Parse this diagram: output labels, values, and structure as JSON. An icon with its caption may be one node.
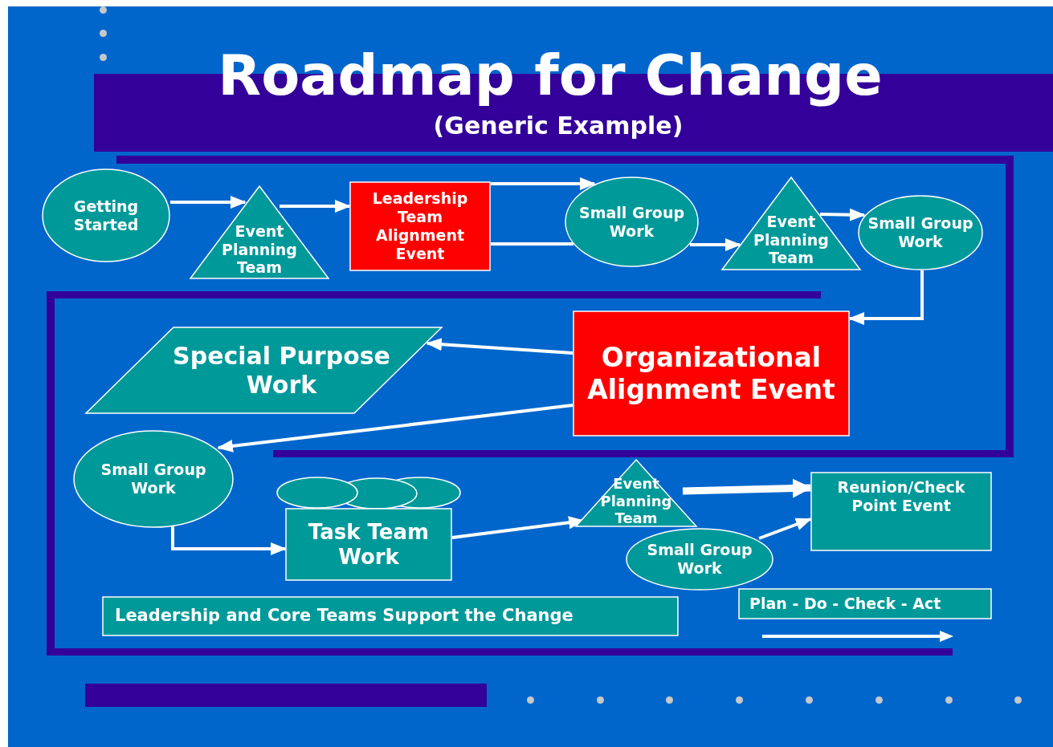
{
  "diagram": {
    "title": "Roadmap for Change",
    "nodes": [
      {
        "text": [
          "Getting Started"
        ]
      },
      {
        "text": [
          "Event Planning Team"
        ]
      },
      {
        "text": [
          "Leadership Team Alignment Event"
        ]
      },
      {
        "text": [
          "Small Group Work"
        ]
      },
      {
        "text": [
          "Event Planning Team"
        ]
      },
      {
        "text": [
          "Small Group Work"
        ]
      },
      {
        "text": [
          "Organizational Alignment Event"
        ]
      },
      {
        "text": [
          "Special Purpose Work"
        ]
      },
      {
        "text": [
          "Small Group Work"
        ]
      },
      {
        "text": [
          "Task Team Work"
        ]
      },
      {
        "text": [
          "Event Planning Team"
        ]
      },
      {
        "text": [
          "Small Group Work"
        ]
      },
      {
        "text": [
          "Reunion/Check Point Event"
        ]
      },
      {
        "text": [
          "Leadership and Core Teams Support the Change"
        ]
      },
      {
        "text": [
          "Plan - Do - Check - Act"
        ]
      }
    ],
    "edges": [
      {
        "from": 0,
        "to": 1,
        "arrow": "to"
      },
      {
        "from": 1,
        "to": 2,
        "arrow": "to"
      },
      {
        "from": 2,
        "to": 3,
        "arrow": "to"
      },
      {
        "from": 2,
        "to": 3,
        "arrow": "none"
      },
      {
        "from": 3,
        "to": 4,
        "arrow": "to"
      },
      {
        "from": 4,
        "to": 5,
        "arrow": "to"
      },
      {
        "from": 5,
        "to": 6,
        "arrow": "to"
      },
      {
        "from": 6,
        "to": 7,
        "arrow": "to"
      },
      {
        "from": 6,
        "to": 8,
        "arrow": "to"
      },
      {
        "from": 8,
        "to": 9,
        "arrow": "to"
      },
      {
        "from": 9,
        "to": 10,
        "arrow": "to"
      },
      {
        "from": 10,
        "to": 12,
        "arrow": "to",
        "style": "thick"
      },
      {
        "from": 11,
        "to": 12,
        "arrow": "to"
      }
    ],
    "labels": [
      "(Generic Example)"
    ]
  }
}
